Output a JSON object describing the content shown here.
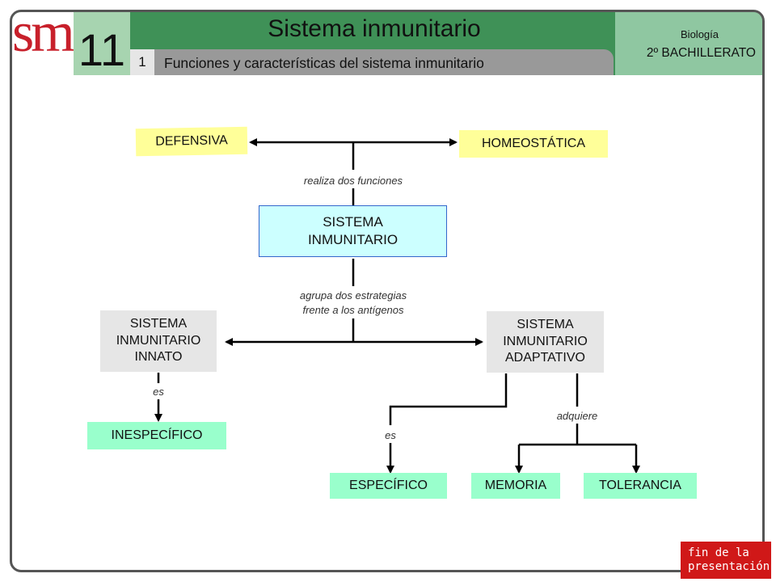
{
  "header": {
    "logo_text": "sm",
    "unit_number": "11",
    "title": "Sistema inmunitario",
    "section_number": "1",
    "subtitle": "Funciones y características del sistema inmunitario",
    "subject": "Biología",
    "level": "2º BACHILLERATO"
  },
  "diagram": {
    "defensiva": "DEFENSIVA",
    "homeostatica": "HOMEOSTÁTICA",
    "label_funciones": "realiza dos funciones",
    "sistema_line1": "SISTEMA",
    "sistema_line2": "INMUNITARIO",
    "label_agrupa_1": "agrupa dos estrategias",
    "label_agrupa_2": "frente a los antígenos",
    "innato_line1": "SISTEMA",
    "innato_line2": "INMUNITARIO",
    "innato_line3": "INNATO",
    "adaptativo_line1": "SISTEMA",
    "adaptativo_line2": "INMUNITARIO",
    "adaptativo_line3": "ADAPTATIVO",
    "label_es_innato": "es",
    "inespecifico": "INESPECÍFICO",
    "label_es_adaptativo": "es",
    "label_adquiere": "adquiere",
    "especifico": "ESPECÍFICO",
    "memoria": "MEMORIA",
    "tolerancia": "TOLERANCIA"
  },
  "footer": {
    "end_button_line1": "fin de la",
    "end_button_line2": "presentación"
  },
  "colors": {
    "header_green": "#3f9157",
    "yellow_box": "#ffff99",
    "cyan_box": "#ccffff",
    "grey_box": "#e6e6e6",
    "green_box": "#99ffcc",
    "end_button": "#d01818",
    "logo_red": "#c8202b"
  }
}
